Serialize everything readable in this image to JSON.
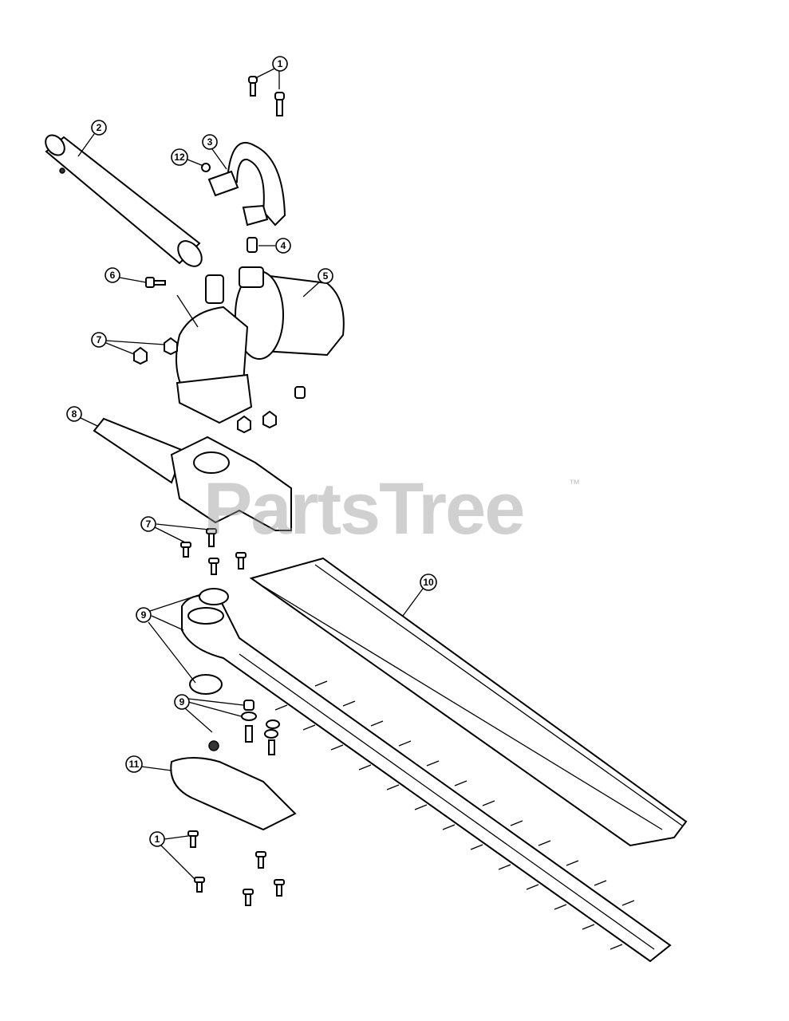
{
  "watermark": {
    "brand": "PartsTree",
    "trademark": "™"
  },
  "callouts": [
    {
      "label": "1"
    },
    {
      "label": "2"
    },
    {
      "label": "3"
    },
    {
      "label": "12"
    },
    {
      "label": "4"
    },
    {
      "label": "5"
    },
    {
      "label": "6"
    },
    {
      "label": "7"
    },
    {
      "label": "8"
    },
    {
      "label": "7"
    },
    {
      "label": "10"
    },
    {
      "label": "9"
    },
    {
      "label": "9"
    },
    {
      "label": "11"
    },
    {
      "label": "1"
    }
  ]
}
